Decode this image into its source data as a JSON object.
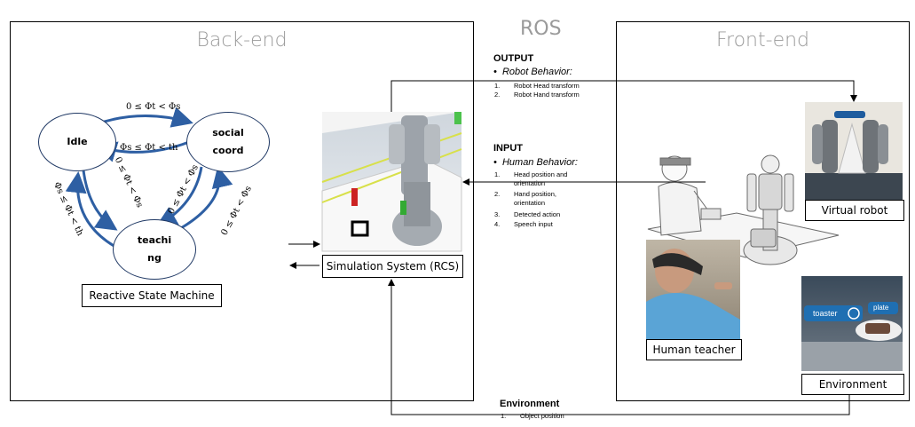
{
  "backend": {
    "title": "Back-end",
    "states": {
      "idle": "Idle",
      "social_1": "social",
      "social_2": "coord",
      "teaching_1": "teachi",
      "teaching_2": "ng"
    },
    "conditions": {
      "idle_to_social": "0 ≤ Φt < Φs",
      "social_to_idle": "Φs ≤ Φt < th",
      "social_to_teach": "0 ≤ Φt < Φs",
      "teach_to_social": "0 ≤ Φt < Φs",
      "idle_to_teach": "0 ≤ Φt < Φs",
      "teach_to_idle": "Φs ≤ Φt < th"
    },
    "state_machine_label": "Reactive State Machine",
    "simulation_label": "Simulation System (RCS)"
  },
  "ros": {
    "title": "ROS",
    "output": {
      "heading": "OUTPUT",
      "bullet": "Robot Behavior:",
      "items": [
        {
          "num": "1.",
          "text": "Robot Head transform"
        },
        {
          "num": "2.",
          "text": "Robot Hand transform"
        }
      ]
    },
    "input": {
      "heading": "INPUT",
      "bullet": "Human Behavior:",
      "items": [
        {
          "num": "1.",
          "line1": "Head position and",
          "line2": "orientation"
        },
        {
          "num": "2.",
          "line1": "Hand position,",
          "line2": "orientation"
        },
        {
          "num": "3.",
          "line1": "Detected  action",
          "line2": ""
        },
        {
          "num": "4.",
          "line1": "Speech input",
          "line2": ""
        }
      ]
    },
    "environment": {
      "heading": "Environment",
      "items": [
        {
          "num": "1.",
          "text": "Object position"
        }
      ]
    }
  },
  "frontend": {
    "title": "Front-end",
    "virtual_robot_label": "Virtual robot",
    "human_teacher_label": "Human teacher",
    "environment_label": "Environment",
    "env_photo_text_1": "toaster",
    "env_photo_text_2": "plate"
  },
  "colors": {
    "state_border": "#1f3864",
    "arrow_blue": "#2e5fa3",
    "panel_title": "#9a9a9a",
    "hologram_blue": "#1f6fb2"
  }
}
